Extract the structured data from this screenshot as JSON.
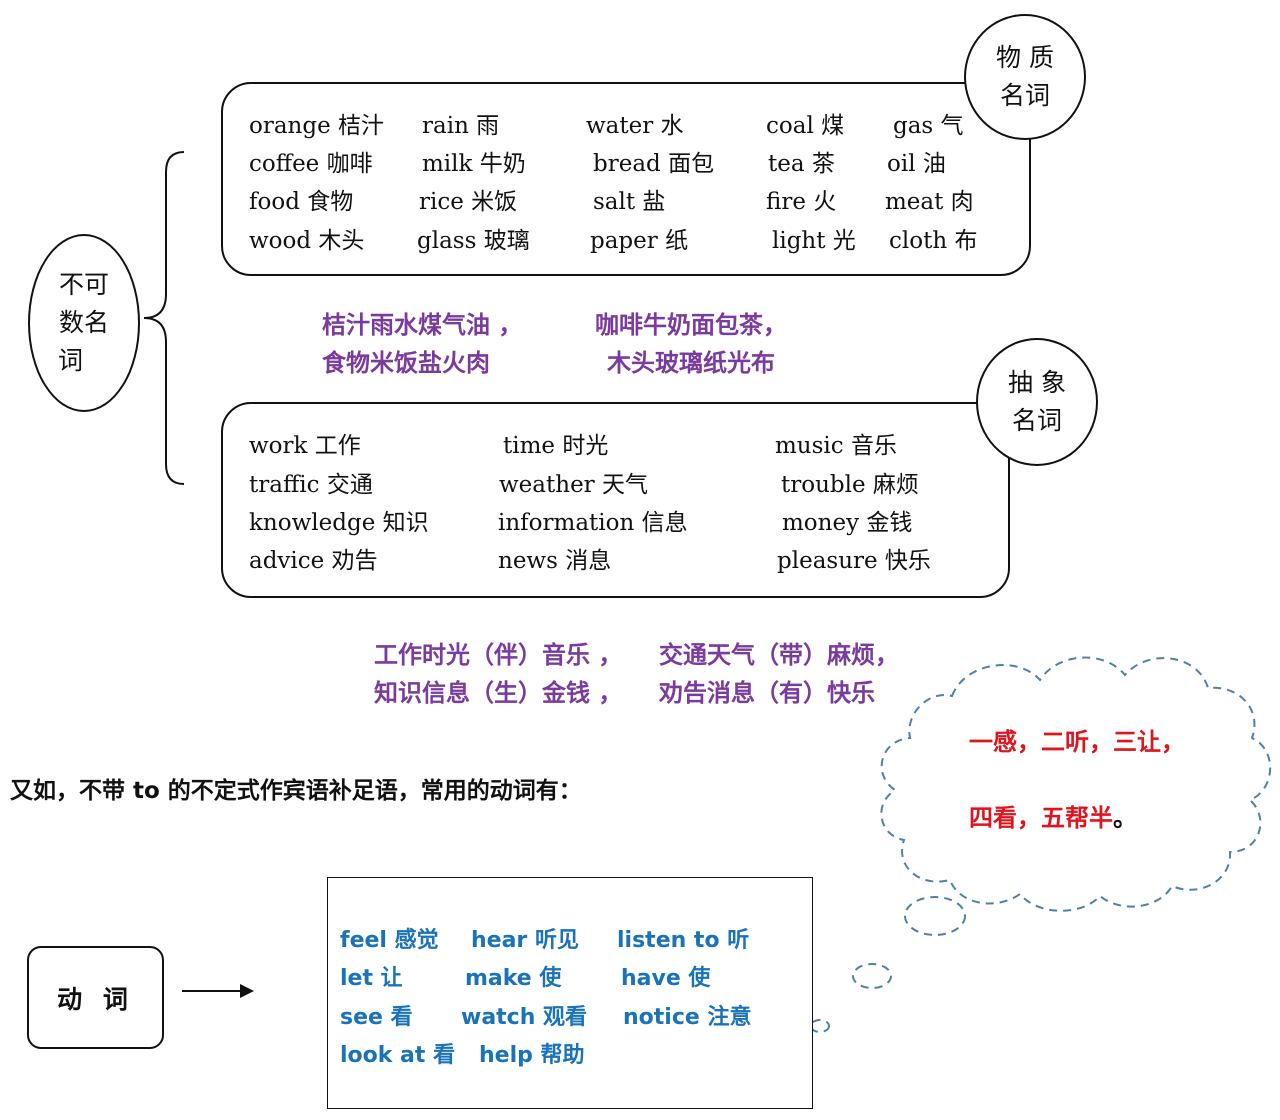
{
  "uncountable": {
    "label_line1": "不可",
    "label_line2": "数名",
    "label_line3": "词"
  },
  "material": {
    "tag_line1": "物 质",
    "tag_line2": "名词",
    "rows": [
      [
        "orange  桔汁",
        "rain 雨",
        "water 水",
        "coal 煤",
        "gas 气"
      ],
      [
        "coffee 咖啡",
        "milk 牛奶",
        "bread  面包",
        "tea  茶",
        "oil  油"
      ],
      [
        "food 食物",
        "rice 米饭",
        "salt 盐",
        "fire 火",
        "meat 肉"
      ],
      [
        "wood 木头",
        "glass 玻璃",
        "paper 纸",
        "light 光",
        "cloth 布"
      ]
    ],
    "mnemonic": [
      "桔汁雨水煤气油 ，",
      "咖啡牛奶面包茶，",
      "食物米饭盐火肉",
      "木头玻璃纸光布"
    ]
  },
  "abstract": {
    "tag_line1": "抽 象",
    "tag_line2": "名词",
    "rows": [
      [
        "work 工作",
        "time 时光",
        "music 音乐"
      ],
      [
        "traffic 交通",
        "weather 天气",
        "trouble 麻烦"
      ],
      [
        "knowledge 知识",
        "information 信息",
        "money 金钱"
      ],
      [
        "advice  劝告",
        "news 消息",
        "pleasure 快乐"
      ]
    ],
    "mnemonic": [
      "工作时光（伴）音乐 ，",
      "交通天气（带）麻烦，",
      "知识信息（生）金钱 ，",
      "劝告消息（有）快乐"
    ]
  },
  "infinitive": {
    "heading": "又如，不带 to 的不定式作宾语补足语，常用的动词有：",
    "verb_label": "动 词",
    "rows": [
      [
        "feel  感觉",
        "hear 听见",
        "listen to  听"
      ],
      [
        "let 让",
        "make 使",
        "have 使"
      ],
      [
        "see 看",
        "watch 观看",
        "notice 注意"
      ],
      [
        "look at  看",
        "help  帮助"
      ]
    ]
  },
  "cloud": {
    "line1": "一感，二听，三让，",
    "line2": "四看，五帮半",
    "line2_end": "。",
    "colors": {
      "text": "#e0141e",
      "outline": "#4f7fae"
    }
  },
  "colors": {
    "mnemonic": "#7b3b9e",
    "verbs": "#1a73b8"
  }
}
